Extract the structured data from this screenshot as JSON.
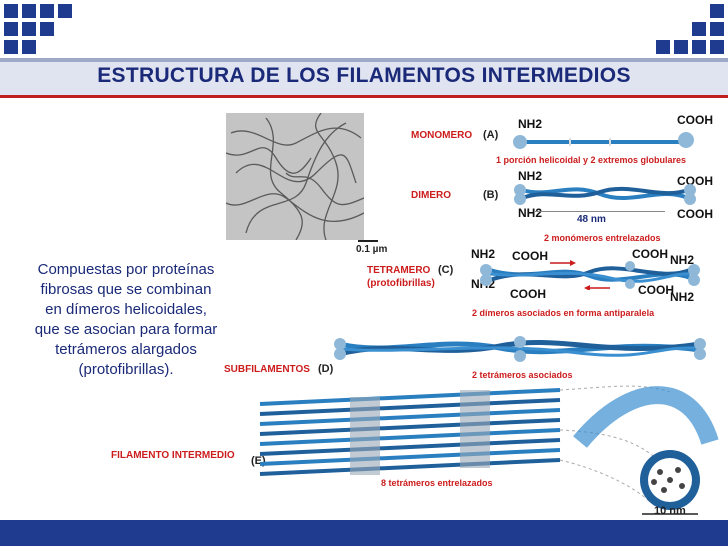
{
  "title": "ESTRUCTURA DE LOS FILAMENTOS INTERMEDIOS",
  "description_lines": [
    "Compuestas por proteínas",
    "fibrosas que se combinan",
    "en dímeros helicoidales,",
    "que se asocian para formar",
    "tetrámeros alargados",
    "(protofibrillas)."
  ],
  "micrograph": {
    "scale_label": "0.1 µm"
  },
  "panels": {
    "monomer": {
      "label": "MONOMERO",
      "letter": "(A)",
      "nh2": "NH2",
      "cooh": "COOH",
      "caption": "1 porción helicoidal y 2 extremos globulares"
    },
    "dimer": {
      "label": "DIMERO",
      "letter": "(B)",
      "nh2_top": "NH2",
      "nh2_bottom": "NH2",
      "cooh_top": "COOH",
      "cooh_bottom": "COOH",
      "length": "48 nm",
      "caption": "2 monómeros entrelazados"
    },
    "tetramer": {
      "label": "TETRAMERO",
      "letter": "(C)",
      "sublabel": "(protofibrillas)",
      "nh2_tl": "NH2",
      "nh2_bl": "NH2",
      "cooh_tl": "COOH",
      "cooh_bl": "COOH",
      "cooh_tr": "COOH",
      "cooh_br": "COOH",
      "nh2_tr": "NH2",
      "nh2_br": "NH2",
      "caption": "2 dímeros asociados en forma antiparalela"
    },
    "subfilament": {
      "label": "SUBFILAMENTOS",
      "letter": "(D)",
      "caption": "2 tetrámeros asociados"
    },
    "filament": {
      "label": "FILAMENTO INTERMEDIO",
      "letter": "(E)",
      "caption": "8 tetrámeros entrelazados",
      "diameter": "10 nm"
    }
  },
  "colors": {
    "title": "#1a2a78",
    "accent_red": "#cc1c1c",
    "fiber_blue": "#2a7fc0",
    "bar_blue": "#1f3b8f"
  }
}
